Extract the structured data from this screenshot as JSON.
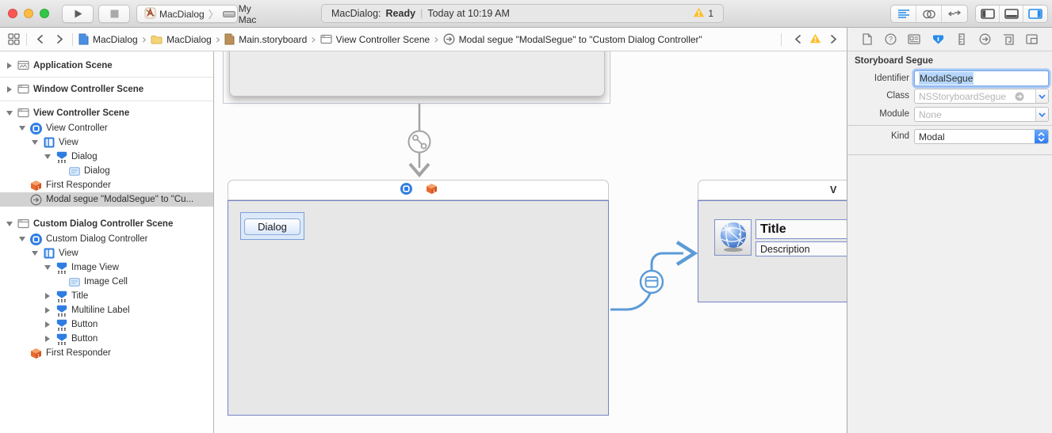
{
  "colors": {
    "accent_blue": "#2c7ef0",
    "segue_blue": "#5b9bd8",
    "warning_yellow": "#fdbf2e",
    "selection_gray": "#d2d2d2",
    "scene_border_blue": "#7282c8"
  },
  "toolbar": {
    "window_controls": [
      {
        "name": "close-button",
        "color": "#fc5753"
      },
      {
        "name": "minimize-button",
        "color": "#fdbc40"
      },
      {
        "name": "zoom-button",
        "color": "#33c748"
      }
    ],
    "run_icon": "play-icon",
    "stop_icon": "stop-icon",
    "scheme": {
      "icon": "xcode-project-icon",
      "project": "MacDialog",
      "destination_icon": "device-icon",
      "destination": "My Mac"
    },
    "status": {
      "project": "MacDialog:",
      "state": "Ready",
      "separator": "|",
      "time": "Today at 10:19 AM",
      "warning_icon": "warning-icon",
      "warning_count": "1"
    },
    "editor_modes": [
      {
        "icon": "standard-editor-icon",
        "selected": true
      },
      {
        "icon": "assistant-editor-icon",
        "selected": false
      },
      {
        "icon": "version-editor-icon",
        "selected": false
      }
    ],
    "view_toggles": [
      {
        "icon": "navigator-panel-icon",
        "active": false
      },
      {
        "icon": "debug-panel-icon",
        "active": false
      },
      {
        "icon": "utilities-panel-icon",
        "active": true
      }
    ]
  },
  "jumpbar": {
    "related_icon": "related-items-icon",
    "back_icon": "chevron-left-icon",
    "forward_icon": "chevron-right-icon",
    "breadcrumbs": [
      {
        "label": "MacDialog",
        "icon": "project-doc-icon"
      },
      {
        "label": "MacDialog",
        "icon": "folder-icon"
      },
      {
        "label": "Main.storyboard",
        "icon": "storyboard-doc-icon"
      },
      {
        "label": "View Controller Scene",
        "icon": "window-scene-icon"
      },
      {
        "label": "Modal segue \"ModalSegue\" to \"Custom Dialog Controller\"",
        "icon": "segue-icon"
      }
    ],
    "issues": {
      "prev_icon": "chevron-left-icon",
      "warning_icon": "warning-icon",
      "next_icon": "chevron-right-icon"
    }
  },
  "inspector_tabs": [
    {
      "icon": "file-inspector-icon",
      "selected": false
    },
    {
      "icon": "quick-help-icon",
      "selected": false
    },
    {
      "icon": "identity-inspector-icon",
      "selected": false
    },
    {
      "icon": "attributes-inspector-icon",
      "selected": true
    },
    {
      "icon": "size-inspector-icon",
      "selected": false
    },
    {
      "icon": "connections-inspector-icon",
      "selected": false
    },
    {
      "icon": "bindings-inspector-icon",
      "selected": false
    },
    {
      "icon": "view-effects-inspector-icon",
      "selected": false
    }
  ],
  "outline": {
    "rows": [
      {
        "label": "Application Scene",
        "icon": "app-scene-icon",
        "scene": true,
        "disclosure": "collapsed"
      },
      {
        "label": "Window Controller Scene",
        "icon": "window-scene-icon",
        "scene": true,
        "disclosure": "collapsed",
        "separator_before": true
      },
      {
        "label": "View Controller Scene",
        "icon": "window-scene-icon",
        "scene": true,
        "disclosure": "expanded",
        "separator_before": true
      },
      {
        "label": "View Controller",
        "icon": "view-controller-icon",
        "level": 1,
        "disclosure": "expanded"
      },
      {
        "label": "View",
        "icon": "view-icon",
        "level": 2,
        "disclosure": "expanded"
      },
      {
        "label": "Dialog",
        "icon": "custom-view-icon",
        "level": 3,
        "disclosure": "expanded"
      },
      {
        "label": "Dialog",
        "icon": "cell-icon",
        "level": 4
      },
      {
        "label": "First Responder",
        "icon": "first-responder-icon",
        "level": 1
      },
      {
        "label": "Modal segue \"ModalSegue\" to \"Cu...",
        "icon": "segue-icon",
        "level": 1,
        "selected": true
      },
      {
        "label": "Custom Dialog Controller Scene",
        "icon": "window-scene-icon",
        "scene": true,
        "disclosure": "expanded",
        "gap_before": true
      },
      {
        "label": "Custom Dialog Controller",
        "icon": "view-controller-icon",
        "level": 1,
        "disclosure": "expanded"
      },
      {
        "label": "View",
        "icon": "view-icon",
        "level": 2,
        "disclosure": "expanded"
      },
      {
        "label": "Image View",
        "icon": "custom-view-icon",
        "level": 3,
        "disclosure": "expanded"
      },
      {
        "label": "Image Cell",
        "icon": "cell-icon",
        "level": 4
      },
      {
        "label": "Title",
        "icon": "custom-view-icon",
        "level": 3,
        "disclosure": "collapsed"
      },
      {
        "label": "Multiline Label",
        "icon": "custom-view-icon",
        "level": 3,
        "disclosure": "collapsed"
      },
      {
        "label": "Button",
        "icon": "custom-view-icon",
        "level": 3,
        "disclosure": "collapsed"
      },
      {
        "label": "Button",
        "icon": "custom-view-icon",
        "level": 3,
        "disclosure": "collapsed"
      },
      {
        "label": "First Responder",
        "icon": "first-responder-icon",
        "level": 1
      }
    ]
  },
  "canvas": {
    "presenting_scene": {
      "header_icons": [
        "view-controller-icon",
        "first-responder-icon"
      ],
      "button_label": "Dialog"
    },
    "custom_dialog_scene": {
      "header_label": "V",
      "image_icon": "globe-icon",
      "title_field": "Title",
      "description_field": "Description"
    },
    "segues": [
      {
        "name": "relationship-segue",
        "glyph": "link-glyph"
      },
      {
        "name": "modal-segue",
        "glyph": "modal-window-glyph"
      }
    ]
  },
  "inspector": {
    "section_title": "Storyboard Segue",
    "identifier": {
      "label": "Identifier",
      "value": "ModalSegue"
    },
    "class": {
      "label": "Class",
      "value": "NSStoryboardSegue"
    },
    "module": {
      "label": "Module",
      "value": "None"
    },
    "kind": {
      "label": "Kind",
      "value": "Modal"
    }
  }
}
